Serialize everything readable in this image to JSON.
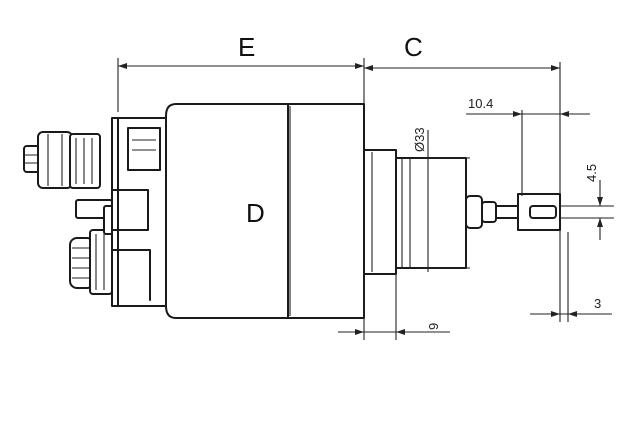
{
  "labels": {
    "E": "E",
    "C": "C",
    "D": "D",
    "dim_10_4": "10.4",
    "dim_33": "Ø33",
    "dim_4_5": "4.5",
    "dim_9": "9",
    "dim_3": "3"
  },
  "colors": {
    "line": "#1a1a1a",
    "background": "#ffffff"
  }
}
